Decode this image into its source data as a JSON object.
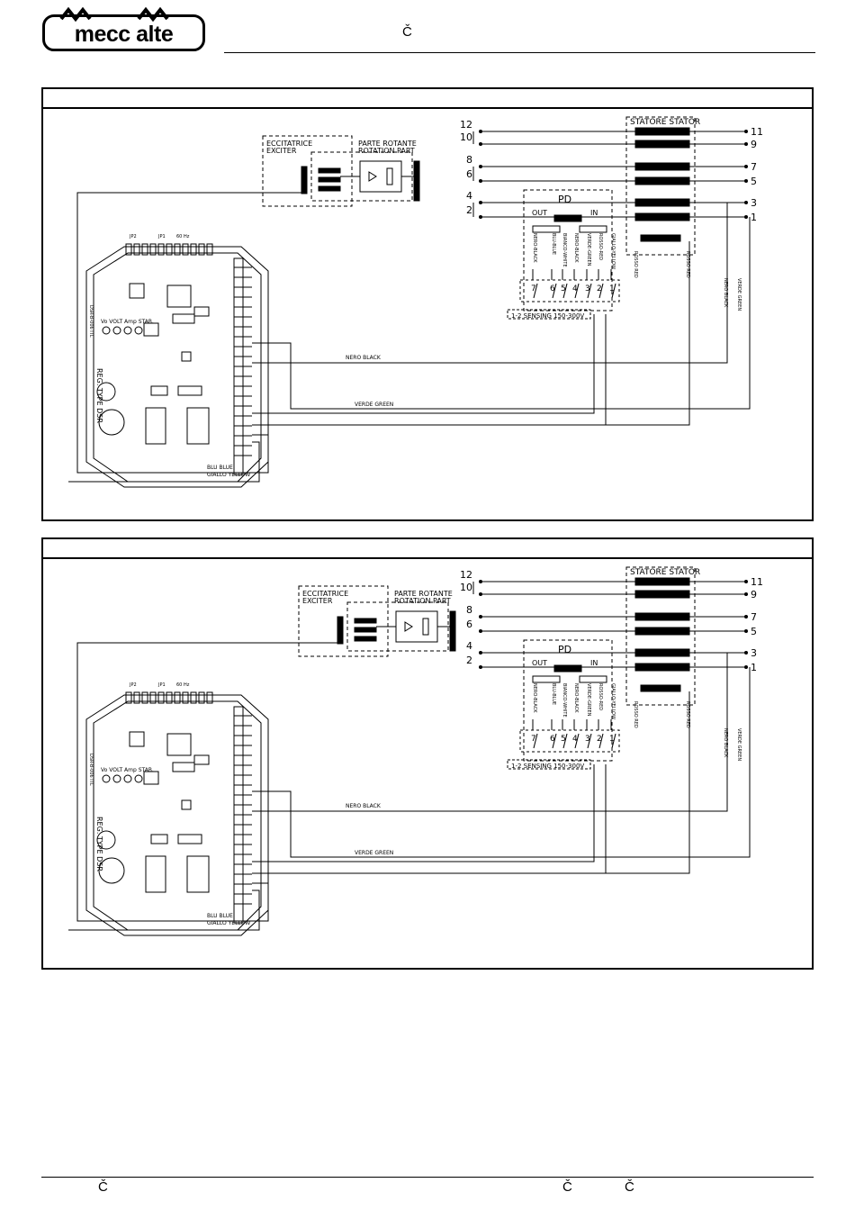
{
  "header": {
    "logo_text": "mecc alte",
    "mark": "Č"
  },
  "diagram": {
    "exciter_label_1": "ECCITATRICE",
    "exciter_label_2": "EXCITER",
    "rotating_label_1": "PARTE ROTANTE",
    "rotating_label_2": "ROTATION PART",
    "stator_label": "STATORE STATOR",
    "pd_label": "PD",
    "pd_out": "OUT",
    "pd_in": "IN",
    "sensing_label": "1-2 SENSING 150-300V",
    "left_terminals": [
      "12",
      "10",
      "8",
      "6",
      "4",
      "2"
    ],
    "right_terminals": [
      "11",
      "9",
      "7",
      "5",
      "3",
      "1"
    ],
    "pd_terminals": [
      "7",
      "6",
      "5",
      "4",
      "3",
      "2",
      "1"
    ],
    "pd_wires": [
      "NERO-BLACK",
      "BLU-BLUE",
      "BIANCO-WHITE",
      "NERO-BLACK",
      "VERDE-GREEN",
      "ROSSO-RED",
      "GIALLO-YELLOW"
    ],
    "stator_wire_1": "ROSSO RED",
    "stator_wire_2": "ROSSO RED",
    "wire_black": "NERO BLACK",
    "wire_green": "VERDE GREEN",
    "wire_blue": "BLU BLUE",
    "wire_yellow": "GIALLO YELLOW",
    "regulator_label": "REG. TYPE DSR",
    "regulator_code": "DSR-B-006 ITL",
    "jumpers": [
      "JP2",
      "JP1",
      "60 Hz"
    ],
    "trimmers": "Vo VOLT Amp STAB."
  },
  "footer": {
    "mark_left": "Č",
    "mark_right_1": "Č",
    "mark_right_2": "Č"
  }
}
